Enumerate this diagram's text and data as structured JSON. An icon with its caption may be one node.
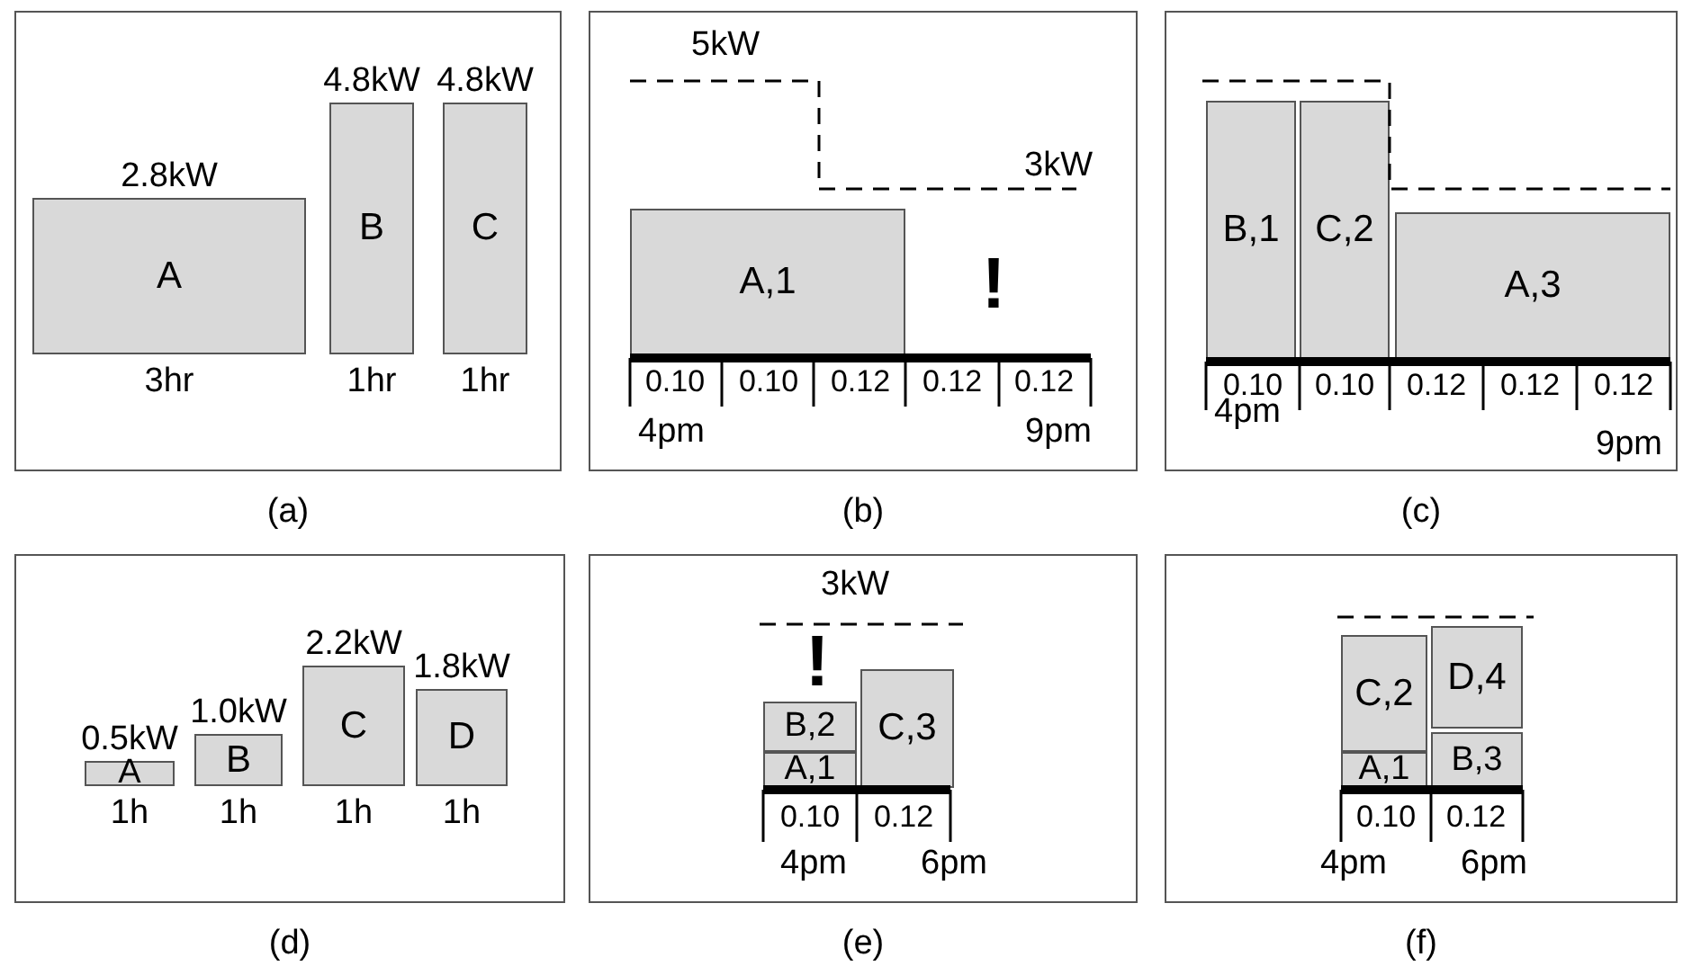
{
  "diagram": {
    "nodes": [
      {
        "text": [
          "(a)"
        ]
      },
      {
        "text": [
          "A"
        ],
        "in": 0,
        "beside": [
          "2.8kW",
          "3hr"
        ]
      },
      {
        "text": [
          "B"
        ],
        "in": 0,
        "beside": [
          "4.8kW",
          "1hr"
        ]
      },
      {
        "text": [
          "C"
        ],
        "in": 0,
        "beside": [
          "4.8kW",
          "1hr"
        ]
      },
      {
        "text": [
          "(b)"
        ]
      },
      {
        "text": [
          "A,1"
        ],
        "in": 4
      },
      {
        "text": [
          "(c)"
        ]
      },
      {
        "text": [
          "B,1"
        ],
        "in": 6
      },
      {
        "text": [
          "C,2"
        ],
        "in": 6
      },
      {
        "text": [
          "A,3"
        ],
        "in": 6
      },
      {
        "text": [
          "(d)"
        ]
      },
      {
        "text": [
          "A"
        ],
        "in": 10,
        "beside": [
          "0.5kW",
          "1h"
        ]
      },
      {
        "text": [
          "B"
        ],
        "in": 10,
        "beside": [
          "1.0kW",
          "1h"
        ]
      },
      {
        "text": [
          "C"
        ],
        "in": 10,
        "beside": [
          "2.2kW",
          "1h"
        ]
      },
      {
        "text": [
          "D"
        ],
        "in": 10,
        "beside": [
          "1.8kW",
          "1h"
        ]
      },
      {
        "text": [
          "(e)"
        ]
      },
      {
        "text": [
          "B,2"
        ],
        "in": 15
      },
      {
        "text": [
          "A,1"
        ],
        "in": 15
      },
      {
        "text": [
          "C,3"
        ],
        "in": 15
      },
      {
        "text": [
          "(f)"
        ]
      },
      {
        "text": [
          "C,2"
        ],
        "in": 19
      },
      {
        "text": [
          "A,1"
        ],
        "in": 19
      },
      {
        "text": [
          "D,4"
        ],
        "in": 19
      },
      {
        "text": [
          "B,3"
        ],
        "in": 19
      }
    ],
    "labels": [
      "5kW",
      "3kW",
      "!",
      "0.10",
      "0.10",
      "0.12",
      "0.12",
      "0.12",
      "4pm",
      "9pm",
      "0.10",
      "0.10",
      "0.12",
      "0.12",
      "0.12",
      "4pm",
      "9pm",
      "3kW",
      "!",
      "0.10",
      "0.12",
      "4pm",
      "6pm",
      "0.10",
      "0.12",
      "4pm",
      "6pm"
    ]
  }
}
